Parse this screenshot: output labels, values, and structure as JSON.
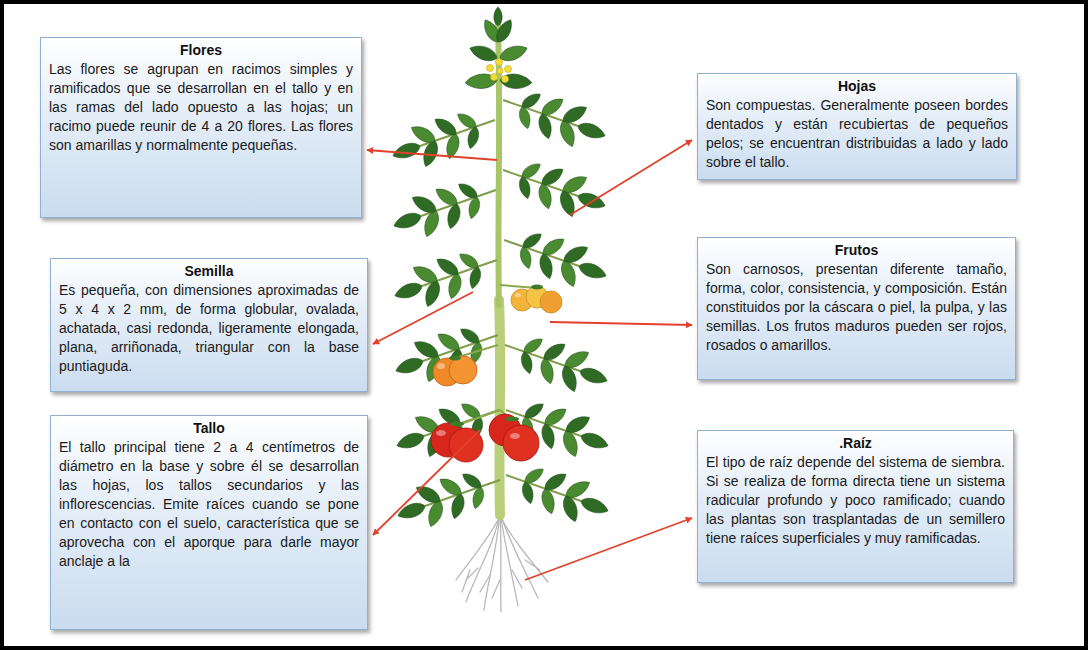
{
  "diagram": {
    "nodes": [
      {
        "text": [
          "Flores",
          "Las flores se agrupan en racimos simples y ramificados que se desarrollan en el tallo y en las ramas del lado opuesto a las hojas; un racimo puede reunir de 4 a 20 flores. Las flores son amarillas y normalmente pequeñas."
        ]
      },
      {
        "text": [
          "Hojas",
          "Son compuestas. Generalmente poseen bordes dentados y están recubiertas de pequeños pelos; se encuentran distribuidas a lado y lado sobre el tallo."
        ]
      },
      {
        "text": [
          "Semilla",
          "Es pequeña, con dimensiones aproximadas de 5 x 4 x 2 mm, de forma globular, ovalada, achatada, casi redonda, ligeramente elongada, plana, arriñonada, triangular con la base puntiaguda."
        ]
      },
      {
        "text": [
          "Frutos",
          "Son carnosos, presentan diferente tamaño, forma, color, consistencia, y composición. Están constituidos por la cáscara o piel, la pulpa, y las semillas. Los frutos maduros pueden ser rojos, rosados o amarillos."
        ]
      },
      {
        "text": [
          "Tallo",
          "El tallo principal tiene 2 a 4 centímetros de diámetro en la base y sobre él se desarrollan las hojas, los tallos secundarios y las inflorescencias. Emite raíces cuando se pone en contacto con el suelo, característica que se aprovecha con el aporque para darle mayor anclaje a la"
        ]
      },
      {
        "text": [
          ".Raíz",
          "El tipo de raíz depende del sistema de siembra. Si se realiza de forma directa tiene un sistema radicular profundo y poco ramificado; cuando las plantas son trasplantadas de un semillero tiene raíces superficiales y muy ramificadas."
        ]
      }
    ]
  }
}
